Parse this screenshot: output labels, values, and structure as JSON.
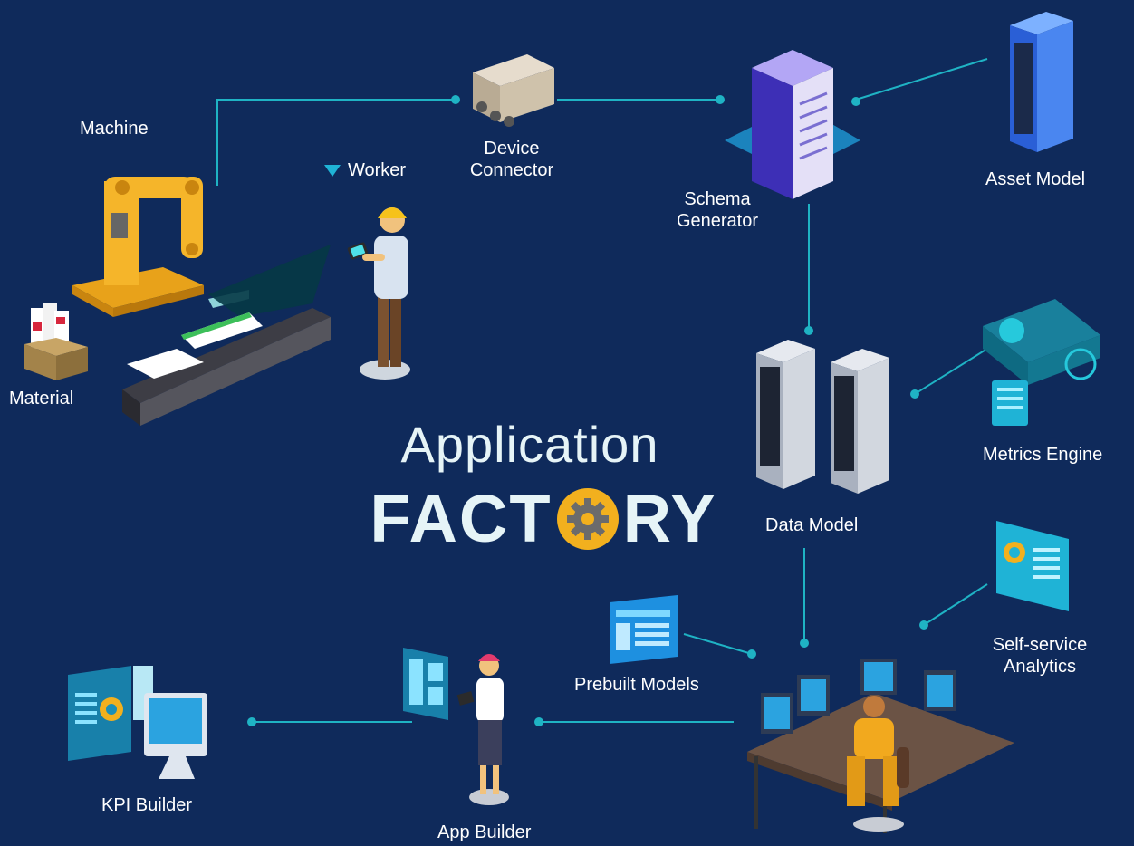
{
  "title": {
    "line1": "Application",
    "line2_part1": "FACT",
    "line2_part2": "RY"
  },
  "nodes": {
    "machine": "Machine",
    "worker": "Worker",
    "device_connector_1": "Device",
    "device_connector_2": "Connector",
    "schema_generator_1": "Schema",
    "schema_generator_2": "Generator",
    "asset_model": "Asset Model",
    "material": "Material",
    "metrics_engine": "Metrics Engine",
    "data_model": "Data Model",
    "prebuilt_models": "Prebuilt Models",
    "self_service_1": "Self-service",
    "self_service_2": "Analytics",
    "kpi_builder": "KPI Builder",
    "app_builder": "App Builder"
  },
  "colors": {
    "background": "#0f2a5b",
    "connector": "#1fb3c4",
    "gear": "#f2b01e"
  }
}
